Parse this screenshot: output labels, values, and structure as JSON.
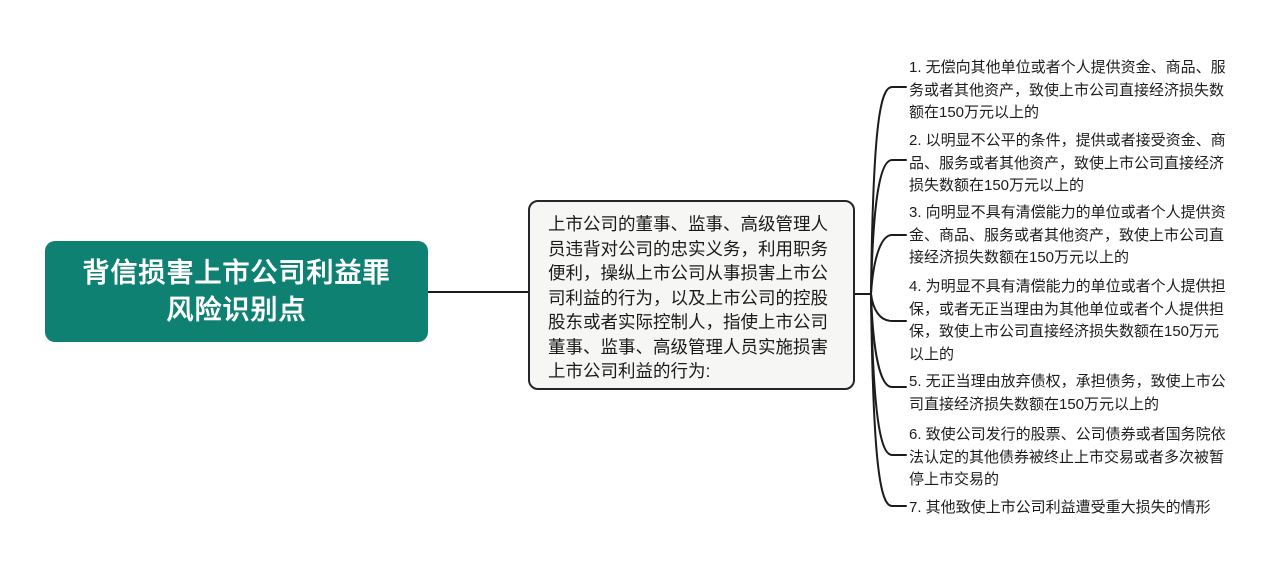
{
  "diagram": {
    "type": "mindmap",
    "root": {
      "label": "背信损害上市公司利益罪\n风险识别点"
    },
    "definition": {
      "text": "上市公司的董事、监事、高级管理人员违背对公司的忠实义务，利用职务便利，操纵上市公司从事损害上市公司利益的行为，以及上市公司的控股股东或者实际控制人，指使上市公司董事、监事、高级管理人员实施损害上市公司利益的行为:"
    },
    "branches": [
      {
        "text": "1. 无偿向其他单位或者个人提供资金、商品、服务或者其他资产，致使上市公司直接经济损失数额在150万元以上的"
      },
      {
        "text": "2. 以明显不公平的条件，提供或者接受资金、商品、服务或者其他资产，致使上市公司直接经济损失数额在150万元以上的"
      },
      {
        "text": "3. 向明显不具有清偿能力的单位或者个人提供资金、商品、服务或者其他资产，致使上市公司直接经济损失数额在150万元以上的"
      },
      {
        "text": "4. 为明显不具有清偿能力的单位或者个人提供担保，或者无正当理由为其他单位或者个人提供担保，致使上市公司直接经济损失数额在150万元以上的"
      },
      {
        "text": "5. 无正当理由放弃债权，承担债务，致使上市公司直接经济损失数额在150万元以上的"
      },
      {
        "text": "6. 致使公司发行的股票、公司债券或者国务院依法认定的其他债券被终止上市交易或者多次被暂停上市交易的"
      },
      {
        "text": "7. 其他致使上市公司利益遭受重大损失的情形"
      }
    ],
    "colors": {
      "canvas_bg": "#ffffff",
      "root_bg": "#0f8173",
      "root_text": "#ffffff",
      "definition_bg": "#f6f6f4",
      "definition_border": "#26262a",
      "connector_line": "#1c1c1c",
      "branch_text": "#1d1d1d"
    }
  }
}
